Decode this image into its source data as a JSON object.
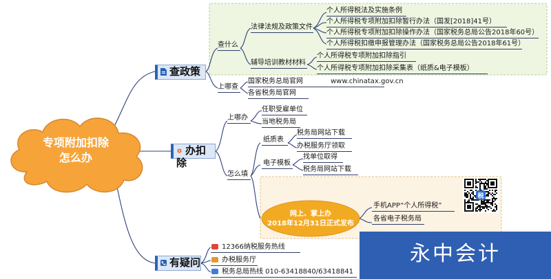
{
  "root": {
    "line1": "专项附加扣除",
    "line2": "怎么办"
  },
  "policy": {
    "label": "查政策",
    "what": {
      "label": "查什么",
      "laws": {
        "label": "法律法规及政策文件",
        "items": [
          "个人所得税法及实施条例",
          "个人所得税专项附加扣除暂行办法（国发[2018]41号）",
          "个人所得税专项附加扣除操作办法（国家税务总局公告2018年60号）",
          "个人所得税扣缴申报管理办法（国家税务总局公告2018年61号）"
        ]
      },
      "training": {
        "label": "辅导培训教材材料",
        "items": [
          "个人所得税专项附加扣除指引",
          "个人所得税专项附加扣除采集表（纸质&电子模板）"
        ]
      }
    },
    "where": {
      "label": "上哪查",
      "items": [
        {
          "name": "国家税务总局官网",
          "url": "www.chinatax.gov.cn"
        },
        {
          "name": "各省税务局官网",
          "url": ""
        }
      ]
    }
  },
  "handle": {
    "label": "办扣除",
    "where": {
      "label": "上哪办",
      "items": [
        "任职受雇单位",
        "当地税务局"
      ]
    },
    "how": {
      "label": "怎么填",
      "paper": {
        "label": "纸质表",
        "items": [
          "税务局网站下载",
          "办税服务厅领取"
        ]
      },
      "electronic": {
        "label": "电子模板",
        "items": [
          "找单位取得",
          "税务局网站下载"
        ]
      },
      "online": {
        "bubble_line1": "网上、掌上办",
        "bubble_line2": "2018年12月31日正式发布",
        "items": [
          "手机APP“个人所得税”",
          "各省电子税务局"
        ]
      }
    }
  },
  "question": {
    "label": "有疑问",
    "items": [
      {
        "text": "12366纳税服务热线",
        "color": "#e0443a"
      },
      {
        "text": "办税服务厅",
        "color": "#e8962a"
      },
      {
        "text": "税务总局热线  010-63418840/63418841",
        "color": "#3b7dd8"
      }
    ]
  },
  "watermark": "永中会计",
  "colors": {
    "cloud_fill": "#f6a43a",
    "tag_fill": "#dce8f7",
    "tag_border": "#8aa7d2",
    "tag_bar": "#2a63b8",
    "branch": "#2d3f78",
    "green_panel": "#eef6e2",
    "orange_panel": "#fdf3e3",
    "bubble": "#f3aa23",
    "watermark_bg": "#2f5fb3"
  }
}
